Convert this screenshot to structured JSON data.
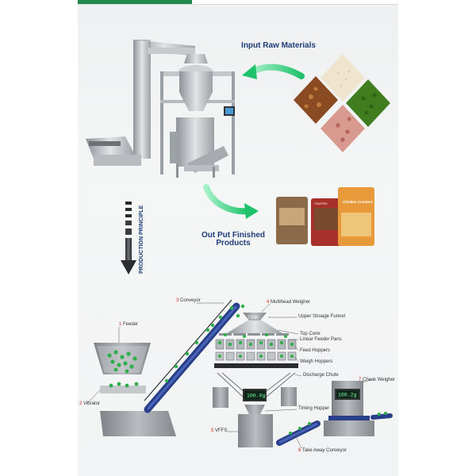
{
  "header": {
    "input_raw_materials": "Input Raw Materials",
    "output_line1": "Out Put Finished",
    "output_line2": "Products",
    "production_principle": "PRODUCTION PRINCIPLE"
  },
  "colors": {
    "title": "#1f3d7a",
    "arrow": "#2bd27a",
    "pea": "#2fae4a",
    "steel": "#a9adb2",
    "number": "#d22222"
  },
  "diagram": {
    "feeder": {
      "num": "1",
      "text": "Feeder"
    },
    "vibrator": {
      "num": "2",
      "text": "Vibrator"
    },
    "conveyor": {
      "num": "3",
      "text": "Conveyor"
    },
    "multihead": {
      "num": "4",
      "text": "Multihead Weigher"
    },
    "upper_funnel": "Upper Stroage Funnel",
    "top_cone": "Top Cone",
    "linear_pans": "Linear Feeder Pans",
    "feed_hoppers": "Feed Hoppers",
    "weigh_hoppers": "Weigh Hoppers",
    "discharge": "Discharge Chute",
    "timing": "Timing Hopper",
    "vffs": {
      "num": "5",
      "text": "VFFS"
    },
    "takeaway": {
      "num": "6",
      "text": "Take Away Conveyor"
    },
    "checkweigher": {
      "num": "7",
      "text": "Check Weigher"
    },
    "cbw": "CBW",
    "display1": "100.0g",
    "display2": "100.2g",
    "bag1": "TOASTED",
    "bag2": "Chicken Crackers"
  }
}
